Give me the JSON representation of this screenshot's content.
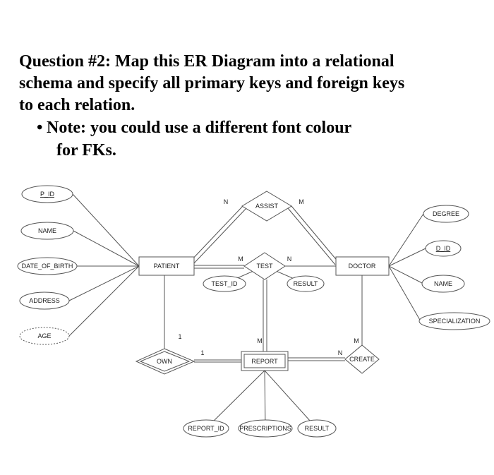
{
  "question": {
    "line1": "Question #2: Map this ER Diagram into a relational",
    "line2": "schema and specify all primary keys and foreign keys",
    "line3": "to each relation.",
    "bullet": "•",
    "note1": "Note: you could use a different font colour",
    "note2": "for FKs."
  },
  "diagram": {
    "entities": {
      "patient": "PATIENT",
      "doctor": "DOCTOR",
      "report": "REPORT"
    },
    "relationships": {
      "assist": "ASSIST",
      "test": "TEST",
      "own": "OWN",
      "create": "CREATE"
    },
    "attributes": {
      "p_id": "P_ID",
      "name_patient": "NAME",
      "date_of_birth": "DATE_OF_BIRTH",
      "address": "ADDRESS",
      "age": "AGE",
      "degree": "DEGREE",
      "d_id": "D_ID",
      "name_doctor": "NAME",
      "specialization": "SPECIALIZATION",
      "test_id": "TEST_ID",
      "result_test": "RESULT",
      "report_id": "REPORT_ID",
      "prescriptions": "PRESCRIPTIONS",
      "result_report": "RESULT"
    },
    "cardinalities": {
      "assist_patient": "N",
      "assist_doctor": "M",
      "test_patient": "M",
      "test_doctor": "N",
      "test_report": "M",
      "own_patient": "1",
      "own_report": "1",
      "create_doctor": "M",
      "create_report": "N"
    }
  }
}
